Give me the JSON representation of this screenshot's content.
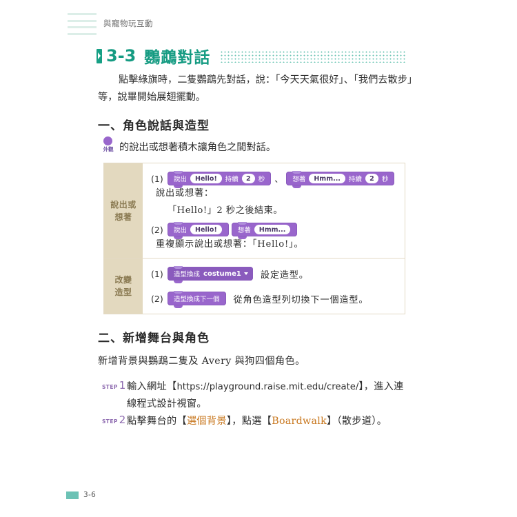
{
  "header": {
    "running_title": "與寵物玩互動"
  },
  "section_title": {
    "number": "3-3",
    "name": "鸚鵡對話"
  },
  "intro": {
    "text": "點擊綠旗時，二隻鸚鵡先對話，說：「今天天氣很好」、「我們去散步」等，說畢開始展翅擺動。"
  },
  "headings": {
    "one": "一、角色說話與造型",
    "two": "二、新增舞台與角色"
  },
  "appearance": {
    "badge_label": "外觀",
    "text": "的說出或想著積木讓角色之間對話。"
  },
  "table": {
    "rows": [
      {
        "label_line1": "說出或",
        "label_line2": "想著",
        "items": [
          {
            "num": "(1)",
            "blocks": [
              {
                "type": "say-for-seconds-block",
                "word1": "說出",
                "value1": "Hello!",
                "word2": "持續",
                "value2": "2",
                "word3": "秒"
              },
              {
                "type": "think-for-seconds-block",
                "word1": "想著",
                "value1": "Hmm...",
                "word2": "持續",
                "value2": "2",
                "word3": "秒"
              }
            ],
            "separator": "、",
            "trailing": "說出或想著：",
            "continuation": "「Hello!」2 秒之後結束。"
          },
          {
            "num": "(2)",
            "blocks": [
              {
                "type": "say-block",
                "word1": "說出",
                "value1": "Hello!"
              },
              {
                "type": "think-block",
                "word1": "想著",
                "value1": "Hmm..."
              }
            ],
            "separator": "",
            "trailing": "重複顯示說出或想著：「Hello!」。",
            "continuation": ""
          }
        ]
      },
      {
        "label_line1": "改變",
        "label_line2": "造型",
        "items": [
          {
            "num": "(1)",
            "blocks": [
              {
                "type": "switch-costume-block",
                "word1": "造型換成",
                "dropdown": "costume1"
              }
            ],
            "separator": "",
            "trailing": "設定造型。",
            "continuation": ""
          },
          {
            "num": "(2)",
            "blocks": [
              {
                "type": "next-costume-block",
                "word1": "造型換成下一個"
              }
            ],
            "separator": "",
            "trailing": "從角色造型列切換下一個造型。",
            "continuation": ""
          }
        ]
      }
    ]
  },
  "section_two": {
    "paragraph": "新增背景與鸚鵡二隻及 Avery 與狗四個角色。"
  },
  "steps": [
    {
      "word": "STEP",
      "number": "1",
      "prefix": "輸入網址【",
      "url": "https://playground.raise.mit.edu/create/",
      "suffix": "】，進入連線程式設計視窗。"
    },
    {
      "word": "STEP",
      "number": "2",
      "prefix": "點擊舞台的【",
      "highlight1": "選個背景",
      "middle": "】，點選【",
      "highlight2": "Boardwalk",
      "suffix": "】（散步道）。"
    }
  ],
  "footer": {
    "page_number": "3-6"
  },
  "colors": {
    "accent_teal": "#159b82",
    "block_purple": "#9966cc",
    "table_label_bg": "#e3d9bf",
    "highlight_orange": "#c8771e"
  }
}
